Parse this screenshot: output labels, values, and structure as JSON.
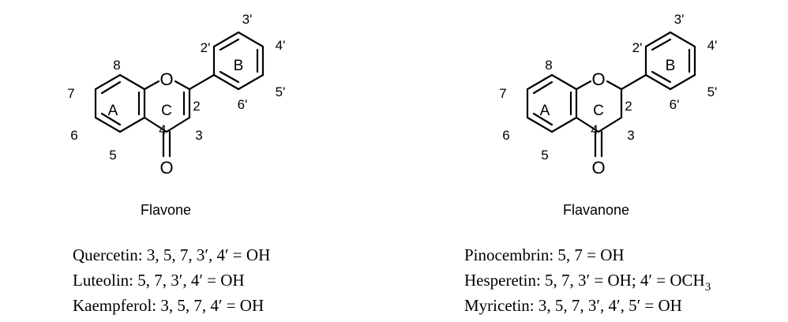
{
  "flavone": {
    "name": "Flavone",
    "oxygen": "O",
    "carbonyl_oxygen": "O",
    "ring_labels": {
      "A": "A",
      "B": "B",
      "C": "C"
    },
    "positions": {
      "2": "2",
      "3": "3",
      "4": "4",
      "5": "5",
      "6": "6",
      "7": "7",
      "8": "8",
      "2p": "2'",
      "3p": "3'",
      "4p": "4'",
      "5p": "5'",
      "6p": "6'"
    }
  },
  "flavanone": {
    "name": "Flavanone",
    "oxygen": "O",
    "carbonyl_oxygen": "O",
    "ring_labels": {
      "A": "A",
      "B": "B",
      "C": "C"
    },
    "positions": {
      "2": "2",
      "3": "3",
      "4": "4",
      "5": "5",
      "6": "6",
      "7": "7",
      "8": "8",
      "2p": "2'",
      "3p": "3'",
      "4p": "4'",
      "5p": "5'",
      "6p": "6'"
    }
  },
  "flavone_examples": [
    "Quercetin: 3, 5, 7, 3′, 4′ = OH",
    "Luteolin: 5, 7, 3′, 4′ = OH",
    "Kaempferol: 3, 5, 7, 4′ = OH"
  ],
  "flavanone_examples": [
    "Pinocembrin: 5, 7 = OH",
    {
      "main": "Hesperetin: 5, 7, 3′ = OH; 4′ = OCH",
      "sub": "3"
    },
    "Myricetin: 3, 5, 7, 3′, 4′, 5′ = OH"
  ]
}
